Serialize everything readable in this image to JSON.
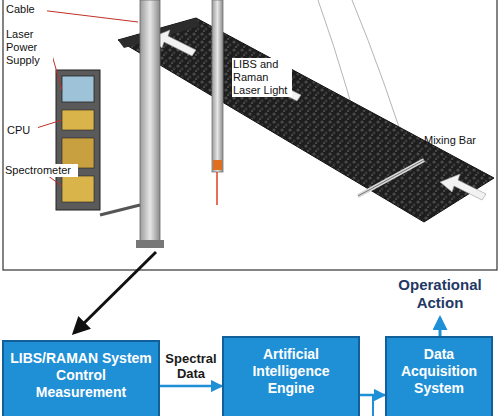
{
  "diagram": {
    "nodes": [
      {
        "text": [
          "LIBS/RAMAN System Control Measurement"
        ]
      },
      {
        "text": [
          "Artificial Intelligence Engine"
        ]
      },
      {
        "text": [
          "Data Acquisition System"
        ]
      }
    ],
    "edges": [
      {
        "from": 0,
        "to": 1,
        "label": "Spectral Data",
        "arrow": "to"
      },
      {
        "from": 1,
        "to": 2,
        "arrow": "to"
      }
    ],
    "labels": [
      "Cable",
      "Laser Power Supply",
      "CPU",
      "Spectrometer",
      "LIBS and Raman Laser Light",
      "Mixing Bar",
      "Operational Action"
    ]
  }
}
